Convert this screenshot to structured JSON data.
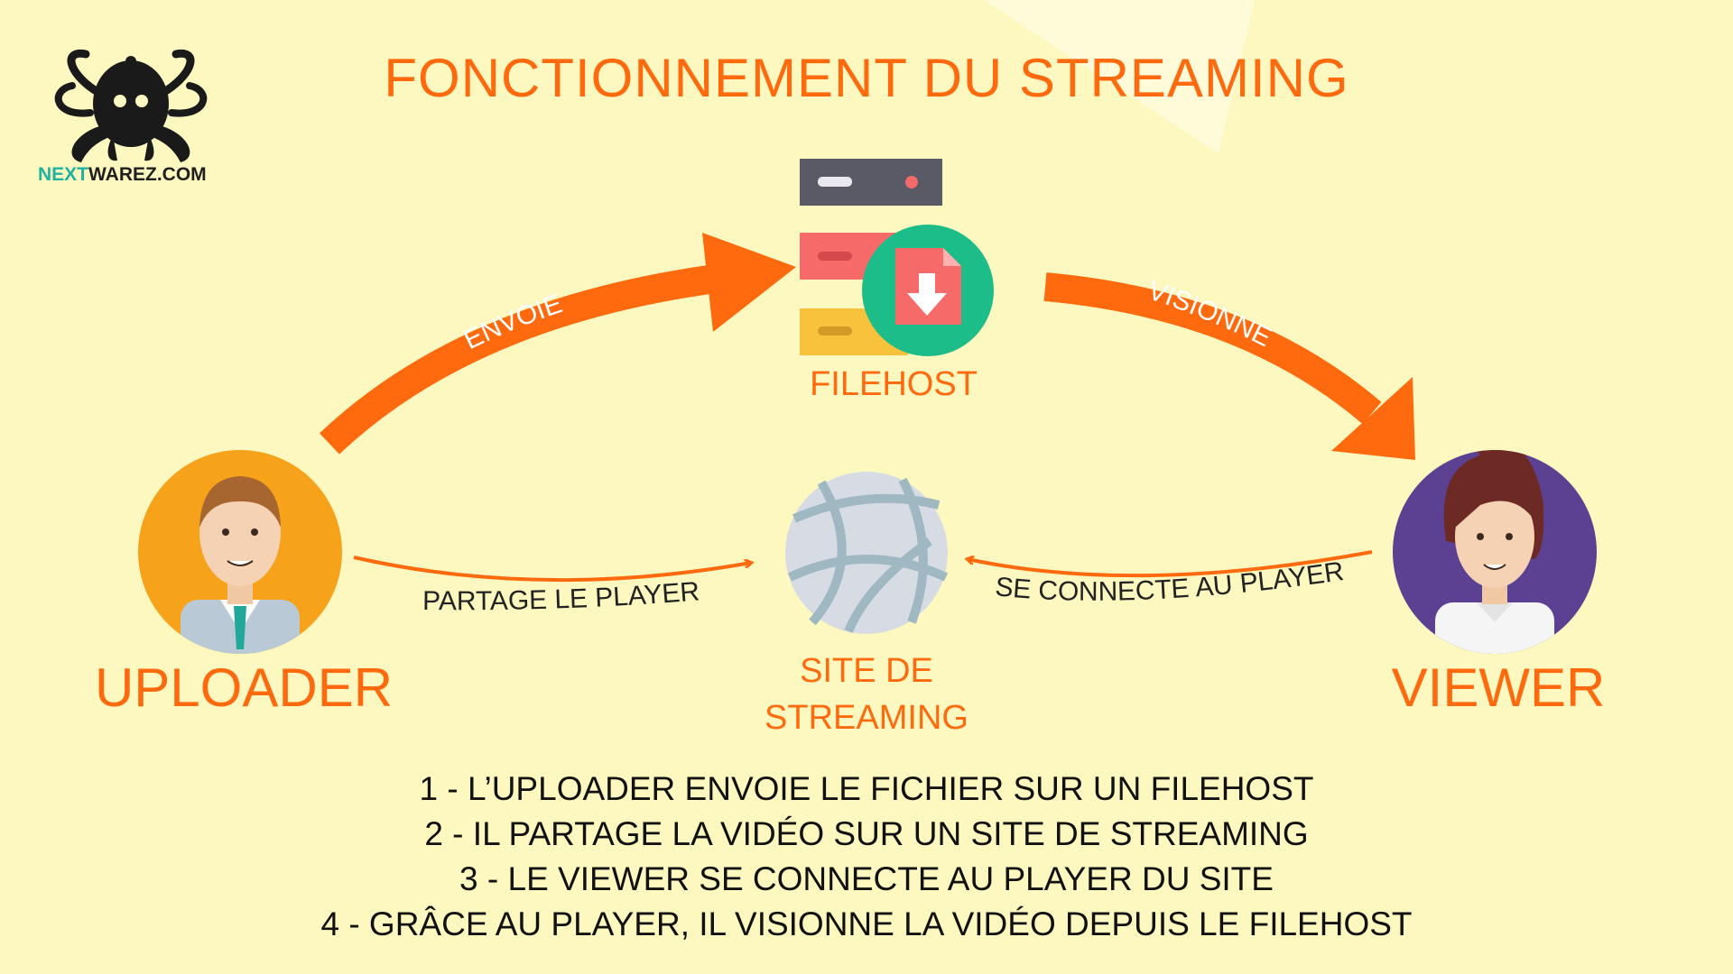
{
  "title": "FONCTIONNEMENT DU STREAMING",
  "logo": {
    "brand_prefix": "NEXT",
    "brand_suffix": "WAREZ.COM",
    "icon": "octopus-icon"
  },
  "nodes": {
    "filehost": {
      "label": "FILEHOST",
      "icon": "server-download-icon"
    },
    "site": {
      "line1": "SITE DE",
      "line2": "STREAMING",
      "icon": "globe-icon"
    },
    "uploader": {
      "label": "UPLOADER",
      "icon": "male-avatar-icon"
    },
    "viewer": {
      "label": "VIEWER",
      "icon": "female-avatar-icon"
    }
  },
  "edges": {
    "envoie": "ENVOIE",
    "visionne": "VISIONNE",
    "partage": "PARTAGE LE PLAYER",
    "connecte": "SE CONNECTE AU PLAYER"
  },
  "steps": [
    "1 - L’UPLOADER ENVOIE LE FICHIER SUR UN FILEHOST",
    "2 - IL PARTAGE LA VIDÉO SUR UN SITE DE STREAMING",
    "3 - LE VIEWER SE CONNECTE AU PLAYER DU SITE",
    "4 - GRÂCE AU PLAYER, IL VISIONNE LA VIDÉO DEPUIS LE FILEHOST"
  ],
  "colors": {
    "background": "#fdf8c0",
    "accent": "#ff6a0e",
    "uploader_circle": "#f7a21b",
    "viewer_circle": "#5c4192",
    "download_badge": "#1dbd8a"
  }
}
